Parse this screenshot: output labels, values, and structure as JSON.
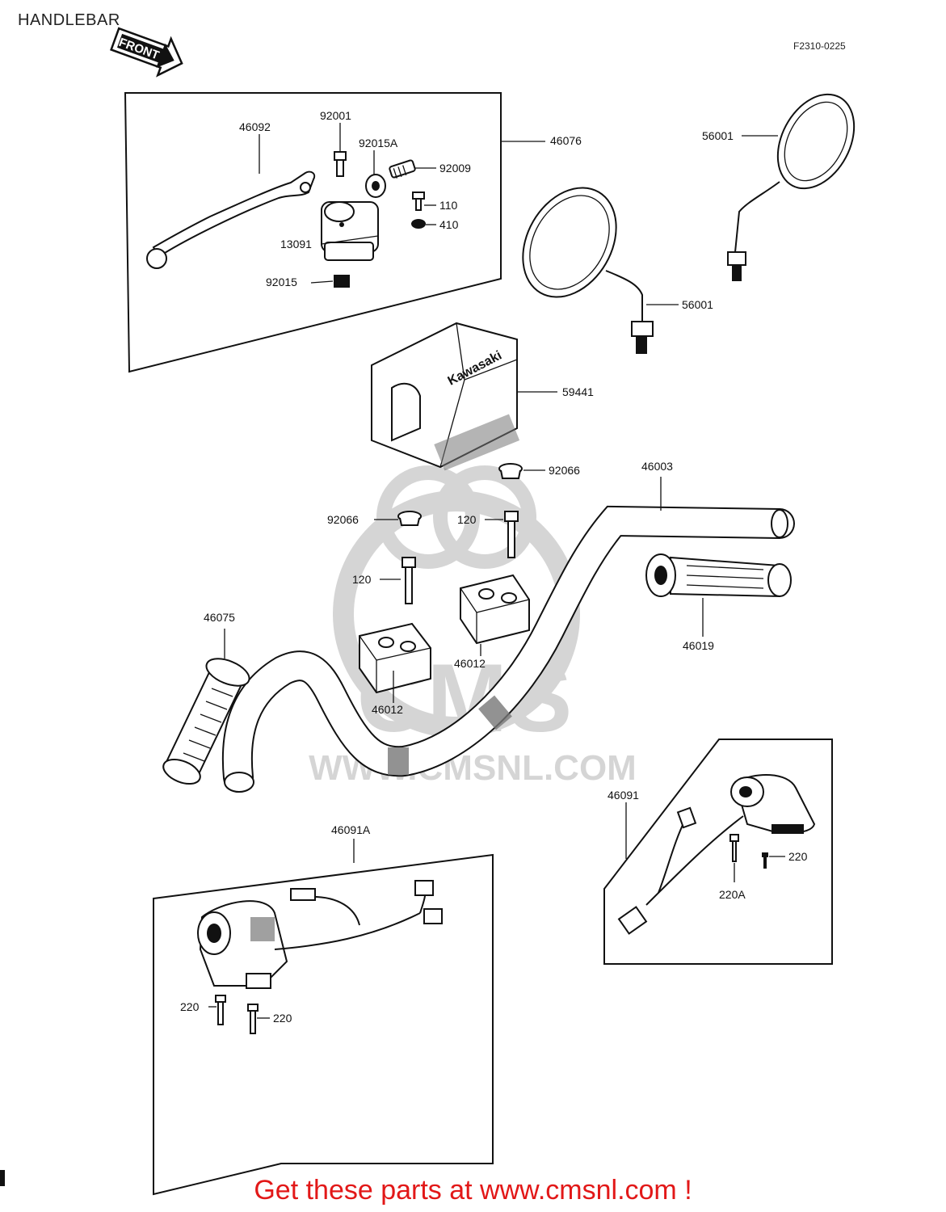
{
  "header": {
    "title": "HANDLEBAR",
    "diagram_code": "F2310-0225",
    "front_label": "FRONT"
  },
  "watermark": {
    "brand": "CMS",
    "url": "WWW.CMSNL.COM"
  },
  "cover_brand": "Kawasaki",
  "callouts": {
    "c46092": "46092",
    "c92001": "92001",
    "c92015A": "92015A",
    "c92009": "92009",
    "c46076": "46076",
    "c110": "110",
    "c410": "410",
    "c13091": "13091",
    "c92015": "92015",
    "c56001_top": "56001",
    "c56001_bottom": "56001",
    "c59441": "59441",
    "c92066_right": "92066",
    "c92066_left": "92066",
    "c46003": "46003",
    "c120_top": "120",
    "c120_mid": "120",
    "c46075": "46075",
    "c46019": "46019",
    "c46012_right": "46012",
    "c46012_left": "46012",
    "c46091": "46091",
    "c46091A": "46091A",
    "c220_right": "220",
    "c220A": "220A",
    "c220_left1": "220",
    "c220_left2": "220"
  },
  "footer": {
    "text": "Get these parts at www.cmsnl.com !"
  }
}
